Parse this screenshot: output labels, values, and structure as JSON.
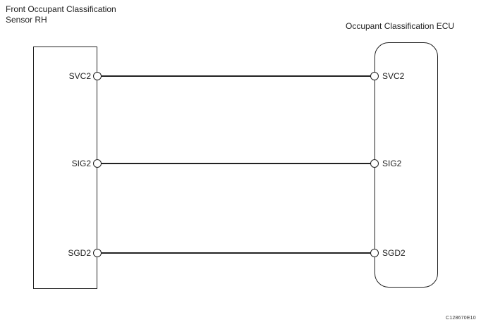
{
  "colors": {
    "ink": "#222222",
    "background": "#ffffff"
  },
  "diagram": {
    "left_component": {
      "title_line1": "Front Occupant Classification",
      "title_line2": "Sensor RH",
      "pins": [
        "SVC2",
        "SIG2",
        "SGD2"
      ]
    },
    "right_component": {
      "title": "Occupant Classification ECU",
      "pins": [
        "SVC2",
        "SIG2",
        "SGD2"
      ]
    },
    "connections": [
      {
        "from": "SVC2",
        "to": "SVC2"
      },
      {
        "from": "SIG2",
        "to": "SIG2"
      },
      {
        "from": "SGD2",
        "to": "SGD2"
      }
    ],
    "figure_code": "C128670E10"
  }
}
